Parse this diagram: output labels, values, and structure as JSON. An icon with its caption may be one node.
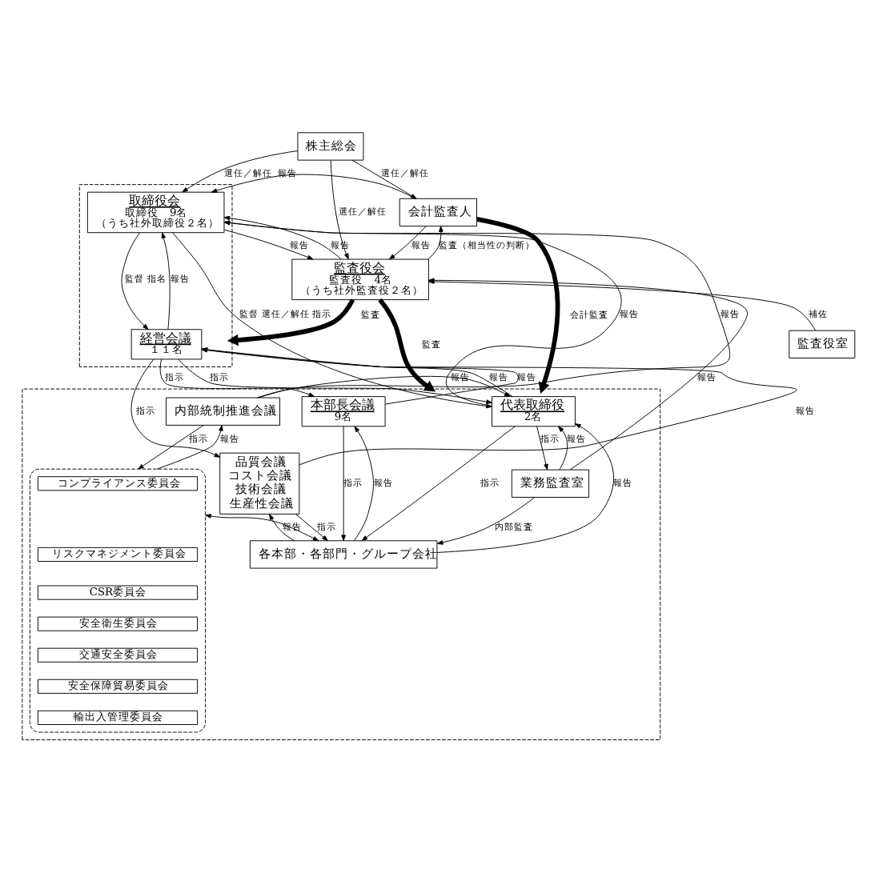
{
  "diagram": {
    "nodes": [
      {
        "text": [
          "株主総会"
        ]
      },
      {
        "text": [],
        "shape": "box"
      },
      {
        "text": [
          "取締役会",
          "取締役　9名",
          "（うち社外取締役２名）"
        ],
        "in": 1
      },
      {
        "text": [
          "監査役会",
          "監査役　4名",
          "（うち社外監査役２名）"
        ]
      },
      {
        "text": [
          "会計監査人"
        ]
      },
      {
        "text": [
          "監査役室"
        ]
      },
      {
        "text": [
          "経営会議",
          "１１名"
        ],
        "in": 1
      },
      {
        "text": [],
        "shape": "box"
      },
      {
        "text": [
          "代表取締役",
          "2名"
        ],
        "in": 7
      },
      {
        "text": [
          "本部長会議",
          "9名"
        ],
        "in": 7
      },
      {
        "text": [
          "業務監査室"
        ],
        "in": 7
      },
      {
        "text": [
          "内部統制推進会議"
        ],
        "in": 7
      },
      {
        "text": [
          "品質会議",
          "コスト会議",
          "技術会議",
          "生産性会議"
        ],
        "in": 7
      },
      {
        "text": [],
        "shape": "box",
        "in": 7
      },
      {
        "text": [
          "コンプライアンス委員会"
        ],
        "in": 13
      },
      {
        "text": [
          "リスクマネジメント委員会"
        ],
        "in": 13
      },
      {
        "text": [
          "CSR委員会"
        ],
        "in": 13
      },
      {
        "text": [
          "安全衛生委員会"
        ],
        "in": 13
      },
      {
        "text": [
          "交通安全委員会"
        ],
        "in": 13
      },
      {
        "text": [
          "安全保障貿易委員会"
        ],
        "in": 13
      },
      {
        "text": [
          "輸出入管理委員会"
        ],
        "in": 13
      },
      {
        "text": [
          "各本部・各部門・グループ会社"
        ],
        "in": 7
      }
    ],
    "edges": [
      {
        "from": 0,
        "to": 2,
        "arrow": "to",
        "label": "選任／解任"
      },
      {
        "from": 0,
        "to": 3,
        "arrow": "to",
        "label": "選任／解任"
      },
      {
        "from": 0,
        "to": 4,
        "arrow": "to",
        "label": "選任／解任"
      },
      {
        "from": 4,
        "to": 2,
        "arrow": "to",
        "label": "報告"
      },
      {
        "from": 3,
        "to": 1,
        "arrow": "to",
        "label": "監査",
        "style": "thick"
      },
      {
        "from": 2,
        "to": 3,
        "arrow": "to",
        "label": "報告"
      },
      {
        "from": 3,
        "to": 2,
        "arrow": "to",
        "label": "報告"
      },
      {
        "from": 4,
        "to": 3,
        "arrow": "to",
        "label": "報告"
      },
      {
        "from": 3,
        "to": 4,
        "arrow": "to",
        "label": "監査（相当性の判断）"
      },
      {
        "from": 5,
        "to": 3,
        "arrow": "to",
        "label": "補佐"
      },
      {
        "from": 3,
        "to": 7,
        "arrow": "to",
        "label": "監査",
        "style": "thick"
      },
      {
        "from": 4,
        "to": 7,
        "arrow": "to",
        "label": "会計監査",
        "style": "thick"
      },
      {
        "from": 2,
        "to": 6,
        "arrow": "to",
        "label": "監督 指名"
      },
      {
        "from": 6,
        "to": 2,
        "arrow": "to",
        "label": "報告"
      },
      {
        "from": 11,
        "to": 2,
        "arrow": "to",
        "label": "報告"
      },
      {
        "from": 2,
        "to": 8,
        "arrow": "to",
        "label": "監督 選任／解任 指示"
      },
      {
        "from": 8,
        "to": 2,
        "arrow": "to",
        "label": "報告"
      },
      {
        "from": 6,
        "to": 8,
        "arrow": "to",
        "label": "指示"
      },
      {
        "from": 8,
        "to": 6,
        "arrow": "to",
        "label": "報告"
      },
      {
        "from": 6,
        "to": 9,
        "arrow": "to",
        "label": "指示"
      },
      {
        "from": 9,
        "to": 6,
        "arrow": "to",
        "label": "報告"
      },
      {
        "from": 6,
        "to": 12,
        "arrow": "to",
        "label": "指示"
      },
      {
        "from": 12,
        "to": 6,
        "arrow": "to",
        "label": "報告"
      },
      {
        "from": 10,
        "to": 3,
        "arrow": "to",
        "label": "報告"
      },
      {
        "from": 8,
        "to": 10,
        "arrow": "to",
        "label": "指示"
      },
      {
        "from": 10,
        "to": 8,
        "arrow": "to",
        "label": "報告"
      },
      {
        "from": 11,
        "to": 8,
        "arrow": "to",
        "label": "報告"
      },
      {
        "from": 11,
        "to": 13,
        "arrow": "to",
        "label": "指示"
      },
      {
        "from": 13,
        "to": 11,
        "arrow": "to",
        "label": "報告"
      },
      {
        "from": 10,
        "to": 21,
        "arrow": "to",
        "label": "内部監査"
      },
      {
        "from": 8,
        "to": 21,
        "arrow": "to",
        "label": "指示"
      },
      {
        "from": 21,
        "to": 8,
        "arrow": "to",
        "label": "報告"
      },
      {
        "from": 9,
        "to": 21,
        "arrow": "to",
        "label": "指示"
      },
      {
        "from": 21,
        "to": 9,
        "arrow": "to",
        "label": "報告"
      },
      {
        "from": 12,
        "to": 21,
        "arrow": "to",
        "label": "指示"
      },
      {
        "from": 21,
        "to": 12,
        "arrow": "to",
        "label": "報告"
      },
      {
        "from": 13,
        "to": 21,
        "arrow": "both"
      }
    ]
  }
}
